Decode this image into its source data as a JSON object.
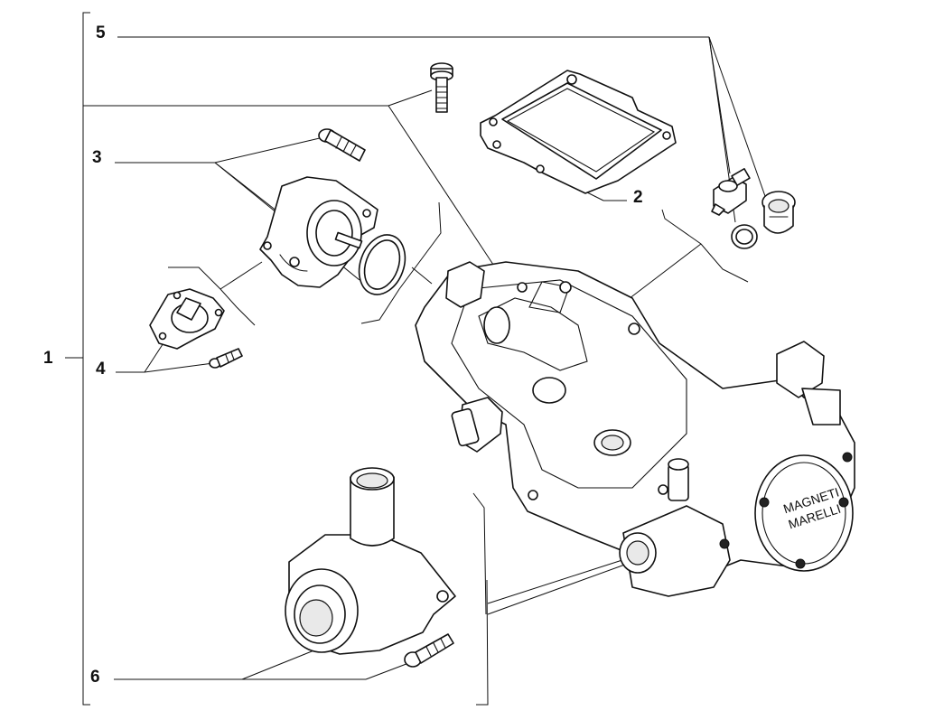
{
  "callouts": [
    {
      "id": "label-1",
      "text": "1"
    },
    {
      "id": "label-2",
      "text": "2"
    },
    {
      "id": "label-3",
      "text": "3"
    },
    {
      "id": "label-4",
      "text": "4"
    },
    {
      "id": "label-5",
      "text": "5"
    },
    {
      "id": "label-6",
      "text": "6"
    }
  ],
  "brand_marking": {
    "line1": "MAGNETI",
    "line2": "MARELLI"
  }
}
